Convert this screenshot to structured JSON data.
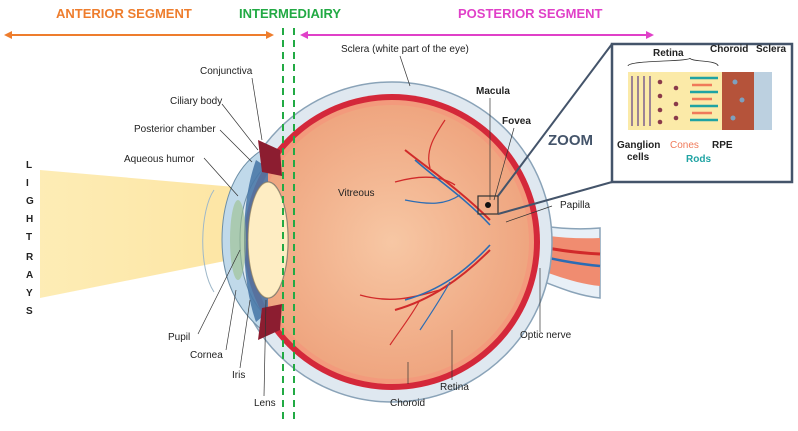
{
  "segments": {
    "anterior": "ANTERIOR SEGMENT",
    "intermediary": "INTERMEDIAIRY",
    "posterior": "POSTERIOR SEGMENT"
  },
  "light_rays": [
    "L",
    "I",
    "G",
    "H",
    "T",
    "R",
    "A",
    "Y",
    "S"
  ],
  "labels": {
    "conjunctiva": "Conjunctiva",
    "ciliary_body": "Ciliary body",
    "posterior_chamber": "Posterior chamber",
    "aqueous_humor": "Aqueous humor",
    "pupil": "Pupil",
    "cornea": "Cornea",
    "iris": "Iris",
    "lens": "Lens",
    "sclera": "Sclera (white part of the eye)",
    "vitreous": "Vitreous",
    "macula": "Macula",
    "fovea": "Fovea",
    "papilla": "Papilla",
    "optic_nerve": "Optic nerve",
    "retina": "Retina",
    "choroid": "Choroid"
  },
  "zoom": {
    "title": "ZOOM",
    "retina": "Retina",
    "choroid": "Choroid",
    "sclera": "Sclera",
    "ganglion_cells": "Ganglion cells",
    "ganglion_line1": "Ganglion",
    "ganglion_line2": "cells",
    "cones": "Cones",
    "rods": "Rods",
    "rpe": "RPE"
  },
  "colors": {
    "anterior": "#ee7d2d",
    "intermediary": "#22aa44",
    "posterior": "#e040c8",
    "cones": "#f07a5a",
    "rods": "#1fa3a3",
    "zoom_title": "#44546a"
  }
}
